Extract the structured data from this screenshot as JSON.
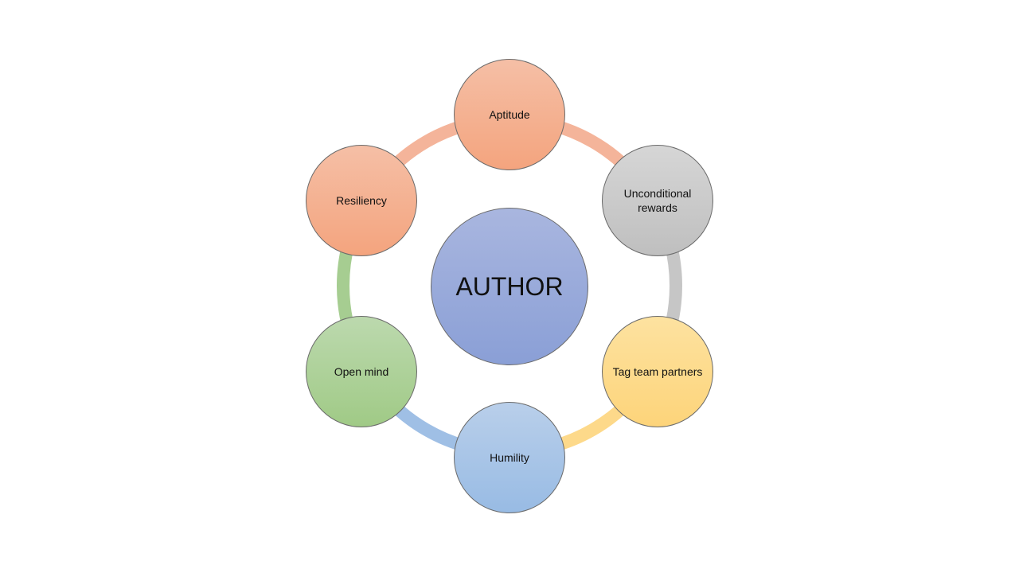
{
  "diagram": {
    "center": {
      "label": "AUTHOR",
      "color_top": "#a9b6df",
      "color_bottom": "#8a9fd6"
    },
    "nodes": [
      {
        "id": "aptitude",
        "label": "Aptitude",
        "color_top": "#f5bfa6",
        "color_bottom": "#f4a47e",
        "arc_color": "#f4b49a"
      },
      {
        "id": "unconditional-rewards",
        "label": "Unconditional rewards",
        "color_top": "#d6d6d6",
        "color_bottom": "#bfbfbf",
        "arc_color": "#c6c6c6"
      },
      {
        "id": "tag-team-partners",
        "label": "Tag team partners",
        "color_top": "#fde2a0",
        "color_bottom": "#fdd47a",
        "arc_color": "#fdd98a"
      },
      {
        "id": "humility",
        "label": "Humility",
        "color_top": "#b9cfea",
        "color_bottom": "#98bbe4",
        "arc_color": "#9fbfe5"
      },
      {
        "id": "open-mind",
        "label": "Open mind",
        "color_top": "#bcd9ae",
        "color_bottom": "#a0ca86",
        "arc_color": "#a6cd91"
      },
      {
        "id": "resiliency",
        "label": "Resiliency",
        "color_top": "#f5bfa6",
        "color_bottom": "#f4a47e",
        "arc_color": "#f4b49a"
      }
    ]
  }
}
